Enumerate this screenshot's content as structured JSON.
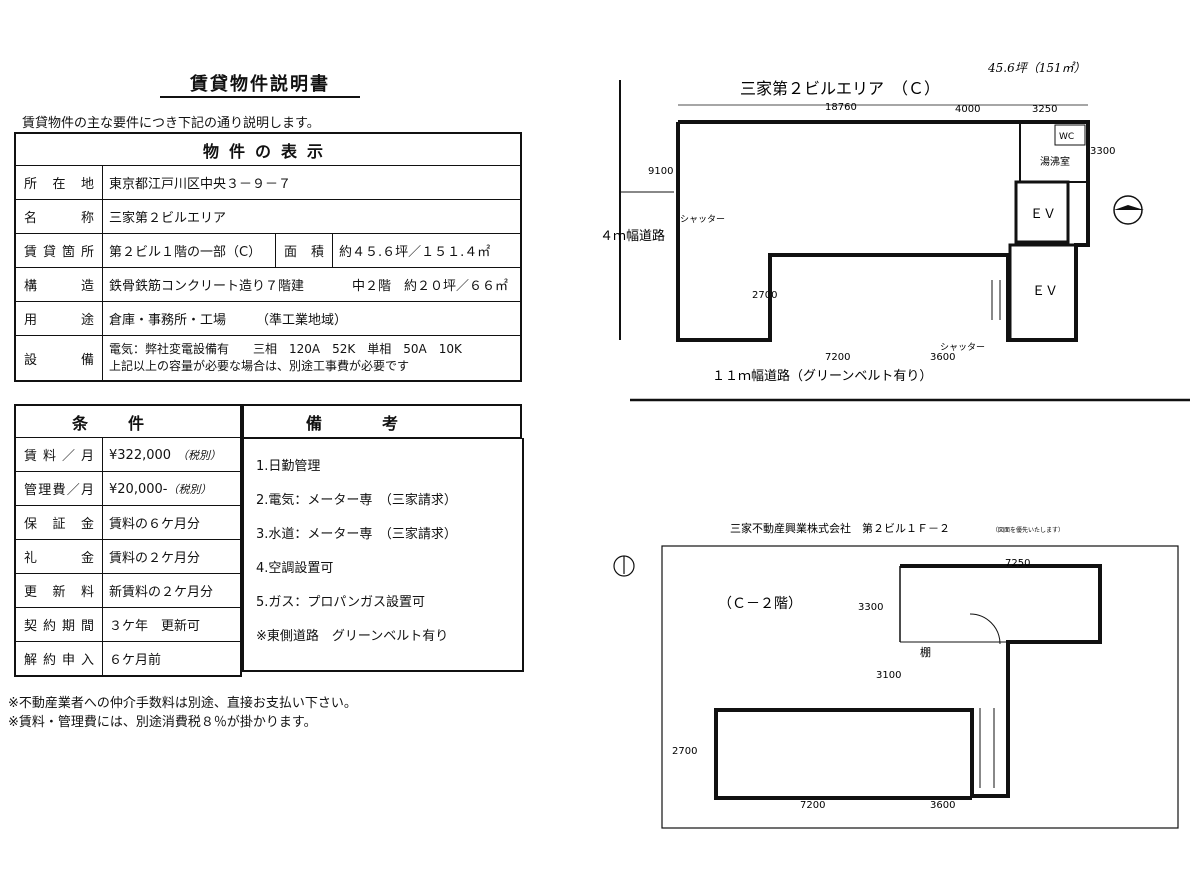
{
  "title": "賃貸物件説明書",
  "intro": "賃貸物件の主な要件につき下記の通り説明します。",
  "property": {
    "header": "物件の表示",
    "rows": [
      {
        "label": "所在地",
        "value": "東京都江戸川区中央３－９－７"
      },
      {
        "label": "名称",
        "value": "三家第２ビルエリア"
      },
      {
        "label": "賃貸箇所",
        "value": "第２ビル１階の一部（C）",
        "label2": "面積",
        "value2": "約４５.６坪／１５１.４㎡"
      },
      {
        "label": "構造",
        "value": "鉄骨鉄筋コンクリート造り７階建",
        "extra": "中２階　約２０坪／６６㎡"
      },
      {
        "label": "用途",
        "value": "倉庫・事務所・工場",
        "extra": "（準工業地域）"
      },
      {
        "label": "設備",
        "value": "電気：弊社変電設備有　　三相　120A　52K　単相　50A　10K",
        "value_line2": "上記以上の容量が必要な場合は、別途工事費が必要です"
      }
    ]
  },
  "conditions": {
    "header": "条件",
    "rows": [
      {
        "label": "賃料／月",
        "value": "¥322,000",
        "note": "（税別）"
      },
      {
        "label": "管理費／月",
        "value": "¥20,000-",
        "note": "（税別）"
      },
      {
        "label": "保証金",
        "value": "賃料の６ケ月分"
      },
      {
        "label": "礼金",
        "value": "賃料の２ケ月分"
      },
      {
        "label": "更新料",
        "value": "新賃料の２ケ月分"
      },
      {
        "label": "契約期間",
        "value": "３ケ年　更新可"
      },
      {
        "label": "解約申入",
        "value": "６ケ月前"
      }
    ]
  },
  "remarks": {
    "header": "備考",
    "items": [
      "1.日勤管理",
      "2.電気：メーター専　（三家請求）",
      "3.水道：メーター専　（三家請求）",
      "4.空調設置可",
      "5.ガス：プロパンガス設置可",
      "※東側道路　グリーンベルト有り"
    ]
  },
  "footnotes": [
    "※不動産業者への仲介手数料は別途、直接お支払い下さい。",
    "※賃料・管理費には、別途消費税８％が掛かります。"
  ],
  "plan1": {
    "title": "三家第２ビルエリア　（Ｃ）",
    "handnote": "45.6坪（151㎡）",
    "road_west": "４ｍ幅道路",
    "road_south": "１１ｍ幅道路（グリーンベルト有り）",
    "dims": {
      "total": "18760",
      "d4000": "4000",
      "d3250": "3250",
      "d3300": "3300",
      "d9100": "9100",
      "d2700": "2700",
      "d7200": "7200",
      "d3600": "3600"
    },
    "labels": {
      "shutter1": "シャッター",
      "shutter2": "シャッター",
      "ev1": "ＥＶ",
      "ev2": "ＥＶ",
      "wc": "WC",
      "room": "湯沸室"
    }
  },
  "plan2": {
    "company": "三家不動産興業株式会社　第２ビル１Ｆ－２",
    "small_note": "（図面を優先いたします）",
    "label": "（Ｃ－２階）",
    "dims": {
      "d7250": "7250",
      "d3300": "3300",
      "d3100": "3100",
      "d2700": "2700",
      "d7200": "7200",
      "d3600": "3600"
    },
    "tana": "棚"
  }
}
